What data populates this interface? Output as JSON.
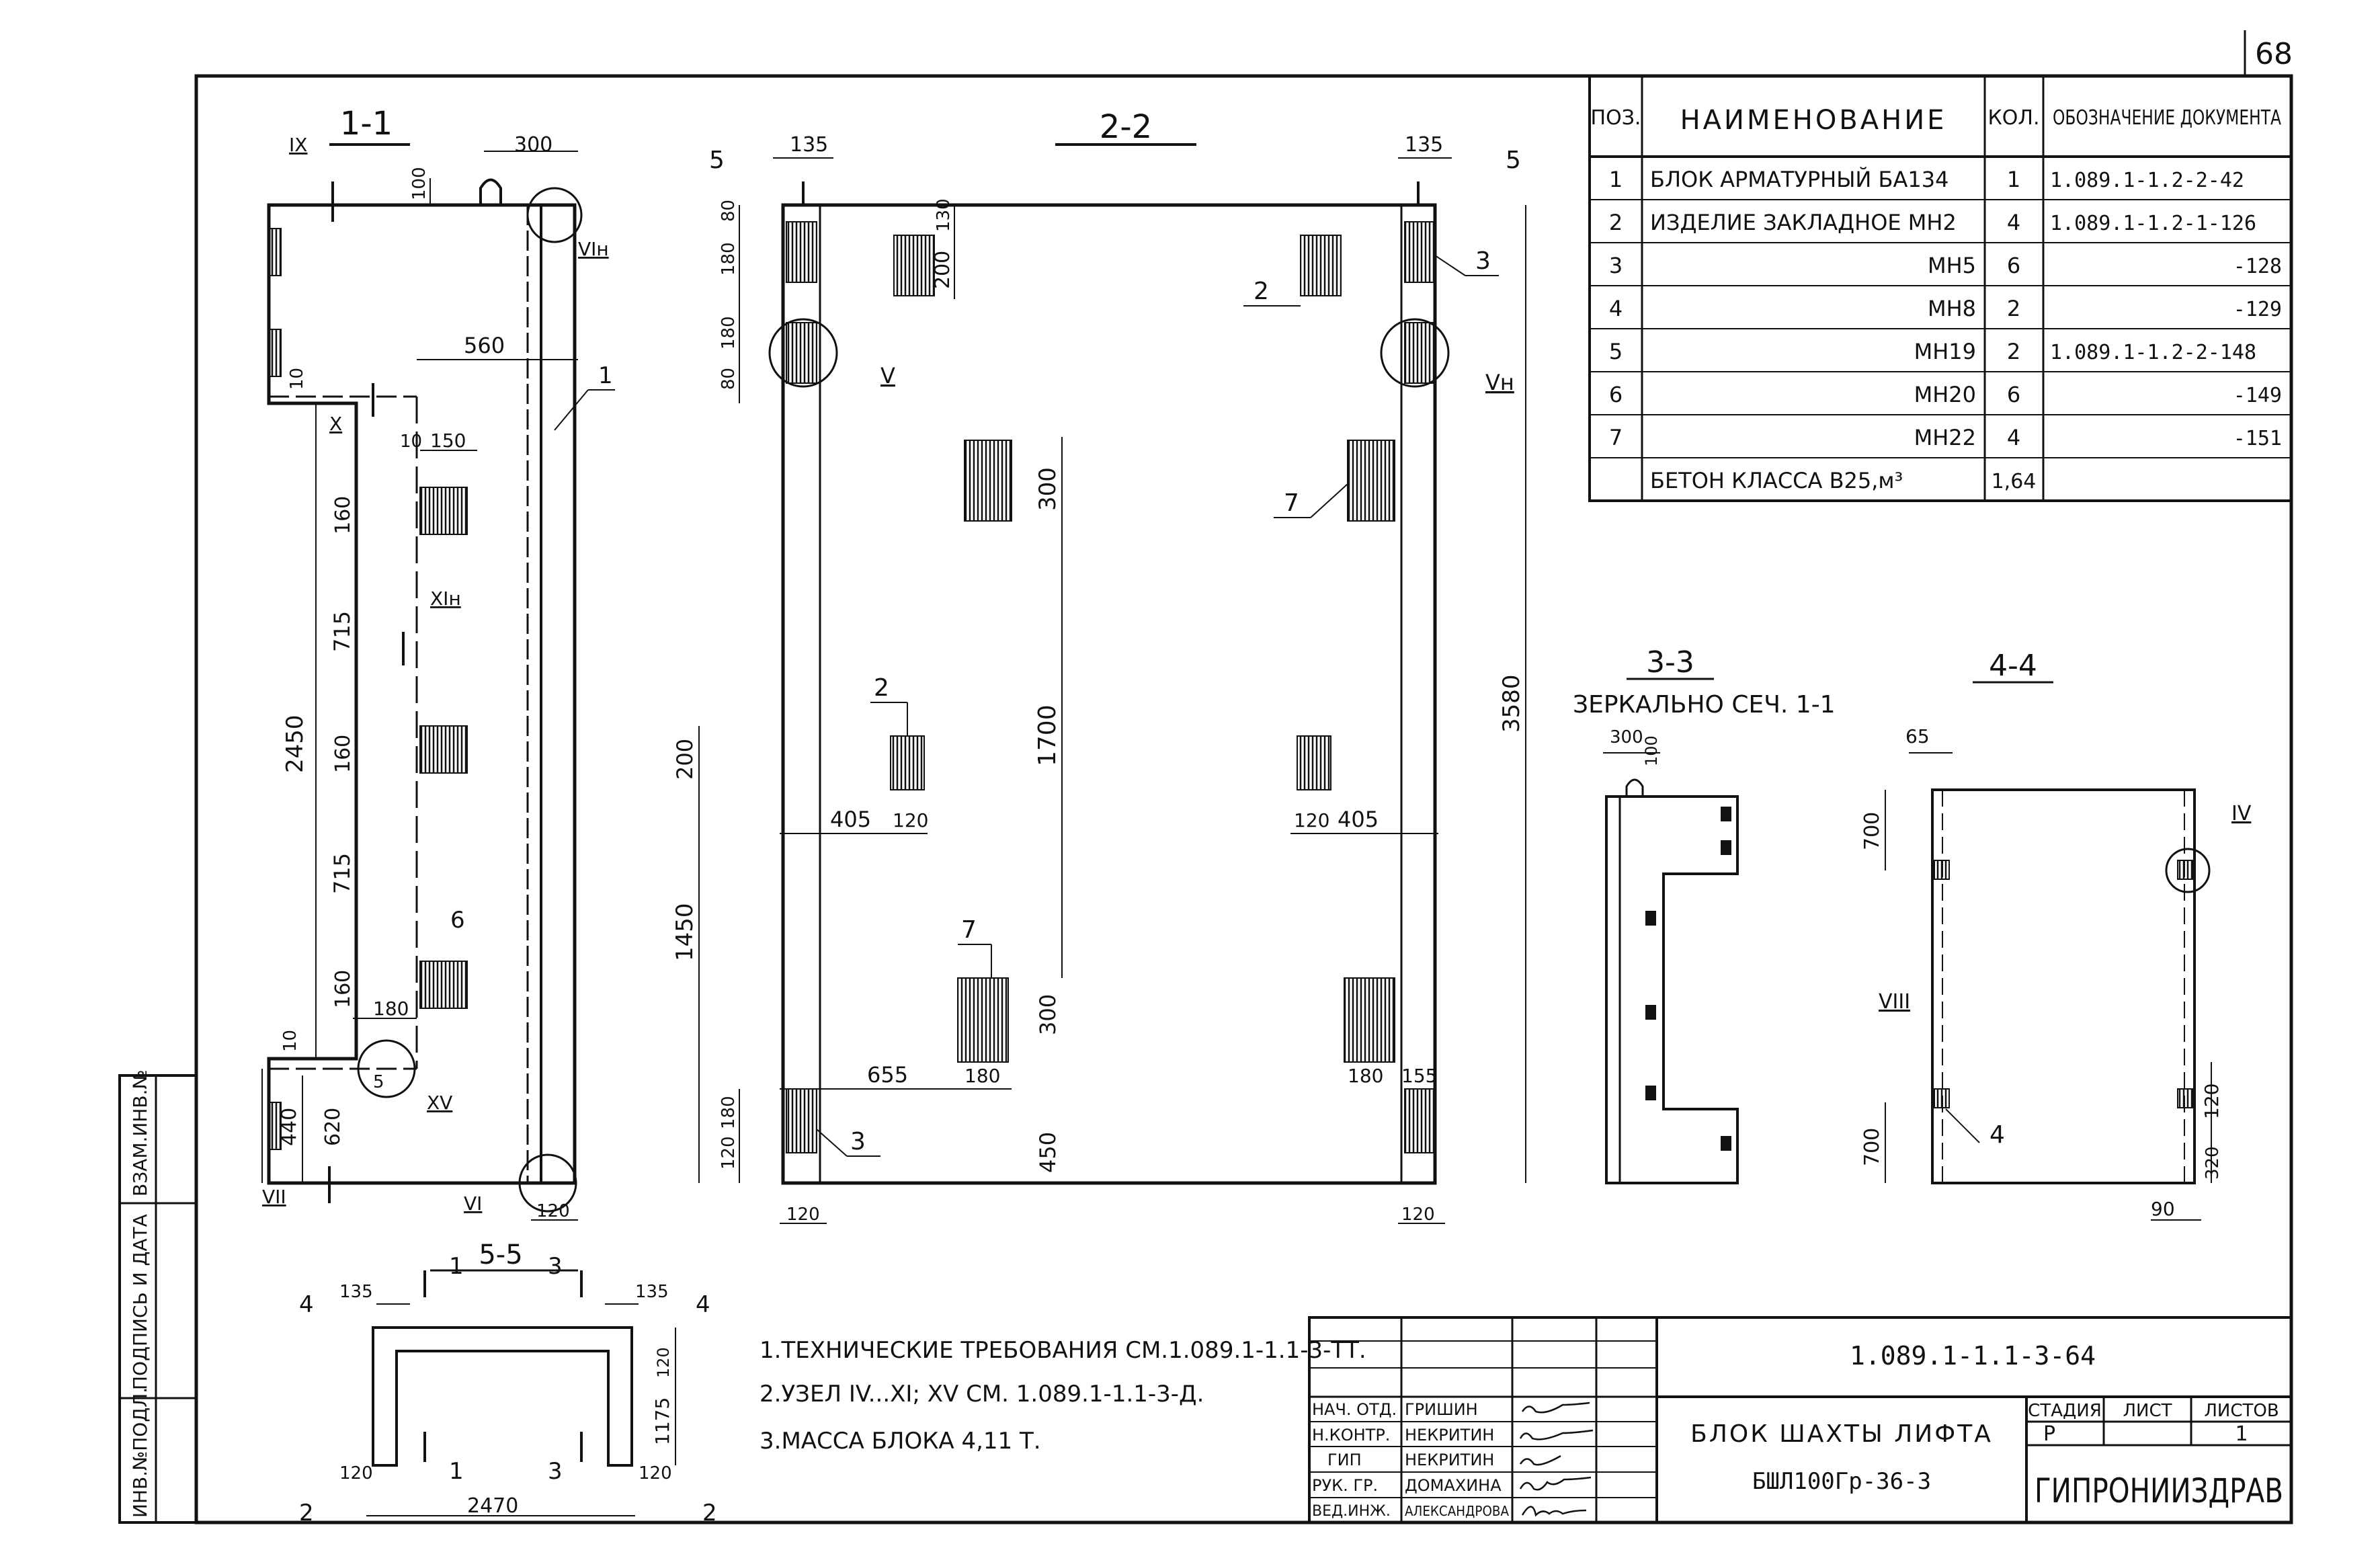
{
  "sheet_number": "68",
  "side_stamp": [
    "ИНВ.№ПОДЛ.",
    "ПОДПИСЬ И ДАТА",
    "ВЗАМ.ИНВ.№"
  ],
  "spec_table": {
    "headers": [
      "ПОЗ.",
      "НАИМЕНОВАНИЕ",
      "КОЛ.",
      "ОБОЗНАЧЕНИЕ ДОКУМЕНТА"
    ],
    "rows": [
      {
        "pos": "1",
        "name": "БЛОК АРМАТУРНЫЙ БА134",
        "qty": "1",
        "doc": "1.089.1-1.2-2-42"
      },
      {
        "pos": "2",
        "name": "ИЗДЕЛИЕ ЗАКЛАДНОЕ МН2",
        "qty": "4",
        "doc": "1.089.1-1.2-1-126"
      },
      {
        "pos": "3",
        "name": "МН5",
        "qty": "6",
        "doc": "-128"
      },
      {
        "pos": "4",
        "name": "МН8",
        "qty": "2",
        "doc": "-129"
      },
      {
        "pos": "5",
        "name": "МН19",
        "qty": "2",
        "doc": "1.089.1-1.2-2-148"
      },
      {
        "pos": "6",
        "name": "МН20",
        "qty": "6",
        "doc": "-149"
      },
      {
        "pos": "7",
        "name": "МН22",
        "qty": "4",
        "doc": "-151"
      },
      {
        "pos": "",
        "name": "БЕТОН КЛАССА В25,м³",
        "qty": "1,64",
        "doc": ""
      }
    ]
  },
  "sections": {
    "s11": "1-1",
    "s22": "2-2",
    "s33": "3-3",
    "s33_note": "ЗЕРКАЛЬНО СЕЧ. 1-1",
    "s44": "4-4",
    "s55": "5-5"
  },
  "dims_11": [
    "300",
    "100",
    "560",
    "10",
    "150",
    "160",
    "715",
    "2450",
    "160",
    "715",
    "160",
    "10",
    "180",
    "440",
    "620",
    "120"
  ],
  "nodes_11": [
    "IX",
    "VIн",
    "X",
    "XIн",
    "XV",
    "VII",
    "VI"
  ],
  "callouts_11": [
    "1",
    "6",
    "5"
  ],
  "dims_22": [
    "135",
    "135",
    "80",
    "180",
    "130",
    "200",
    "80",
    "180",
    "300",
    "1700",
    "200",
    "405",
    "120",
    "120",
    "405",
    "3580",
    "1450",
    "300",
    "655",
    "180",
    "180",
    "155",
    "120",
    "180",
    "450",
    "120",
    "120"
  ],
  "callouts_22": [
    "5",
    "5",
    "2",
    "3",
    "V",
    "Vн",
    "7",
    "2",
    "7",
    "3"
  ],
  "dims_33": [
    "300",
    "100"
  ],
  "dims_44": [
    "65",
    "700",
    "700",
    "120",
    "320",
    "90"
  ],
  "nodes_44": [
    "IV",
    "VIII",
    "4"
  ],
  "dims_55": [
    "135",
    "135",
    "120",
    "1175",
    "120",
    "120",
    "2470"
  ],
  "marks_55": [
    "1",
    "3",
    "1",
    "3",
    "4",
    "4",
    "2",
    "2"
  ],
  "notes": [
    "1.ТЕХНИЧЕСКИЕ ТРЕБОВАНИЯ СМ.1.089.1-1.1-3-ТТ.",
    "2.УЗЕЛ IV...XI; XV  СМ. 1.089.1-1.1-3-Д.",
    "3.МАССА БЛОКА 4,11 Т."
  ],
  "title_block": {
    "doc_code": "1.089.1-1.1-3-64",
    "title": "БЛОК ШАХТЫ ЛИФТА",
    "mark": "БШЛ100Гр-36-3",
    "stage_label": "СТАДИЯ",
    "sheet_label": "ЛИСТ",
    "sheets_label": "ЛИСТОВ",
    "stage": "Р",
    "sheets": "1",
    "org": "ГИПРОНИИЗДРАВ",
    "staff": [
      {
        "role": "НАЧ. ОТД.",
        "name": "ГРИШИН"
      },
      {
        "role": "Н.КОНТР.",
        "name": "НЕКРИТИН"
      },
      {
        "role": "ГИП",
        "name": "НЕКРИТИН"
      },
      {
        "role": "РУК. ГР.",
        "name": "ДОМАХИНА"
      },
      {
        "role": "ВЕД.ИНЖ.",
        "name": "АЛЕКСАНДРОВА"
      }
    ]
  }
}
